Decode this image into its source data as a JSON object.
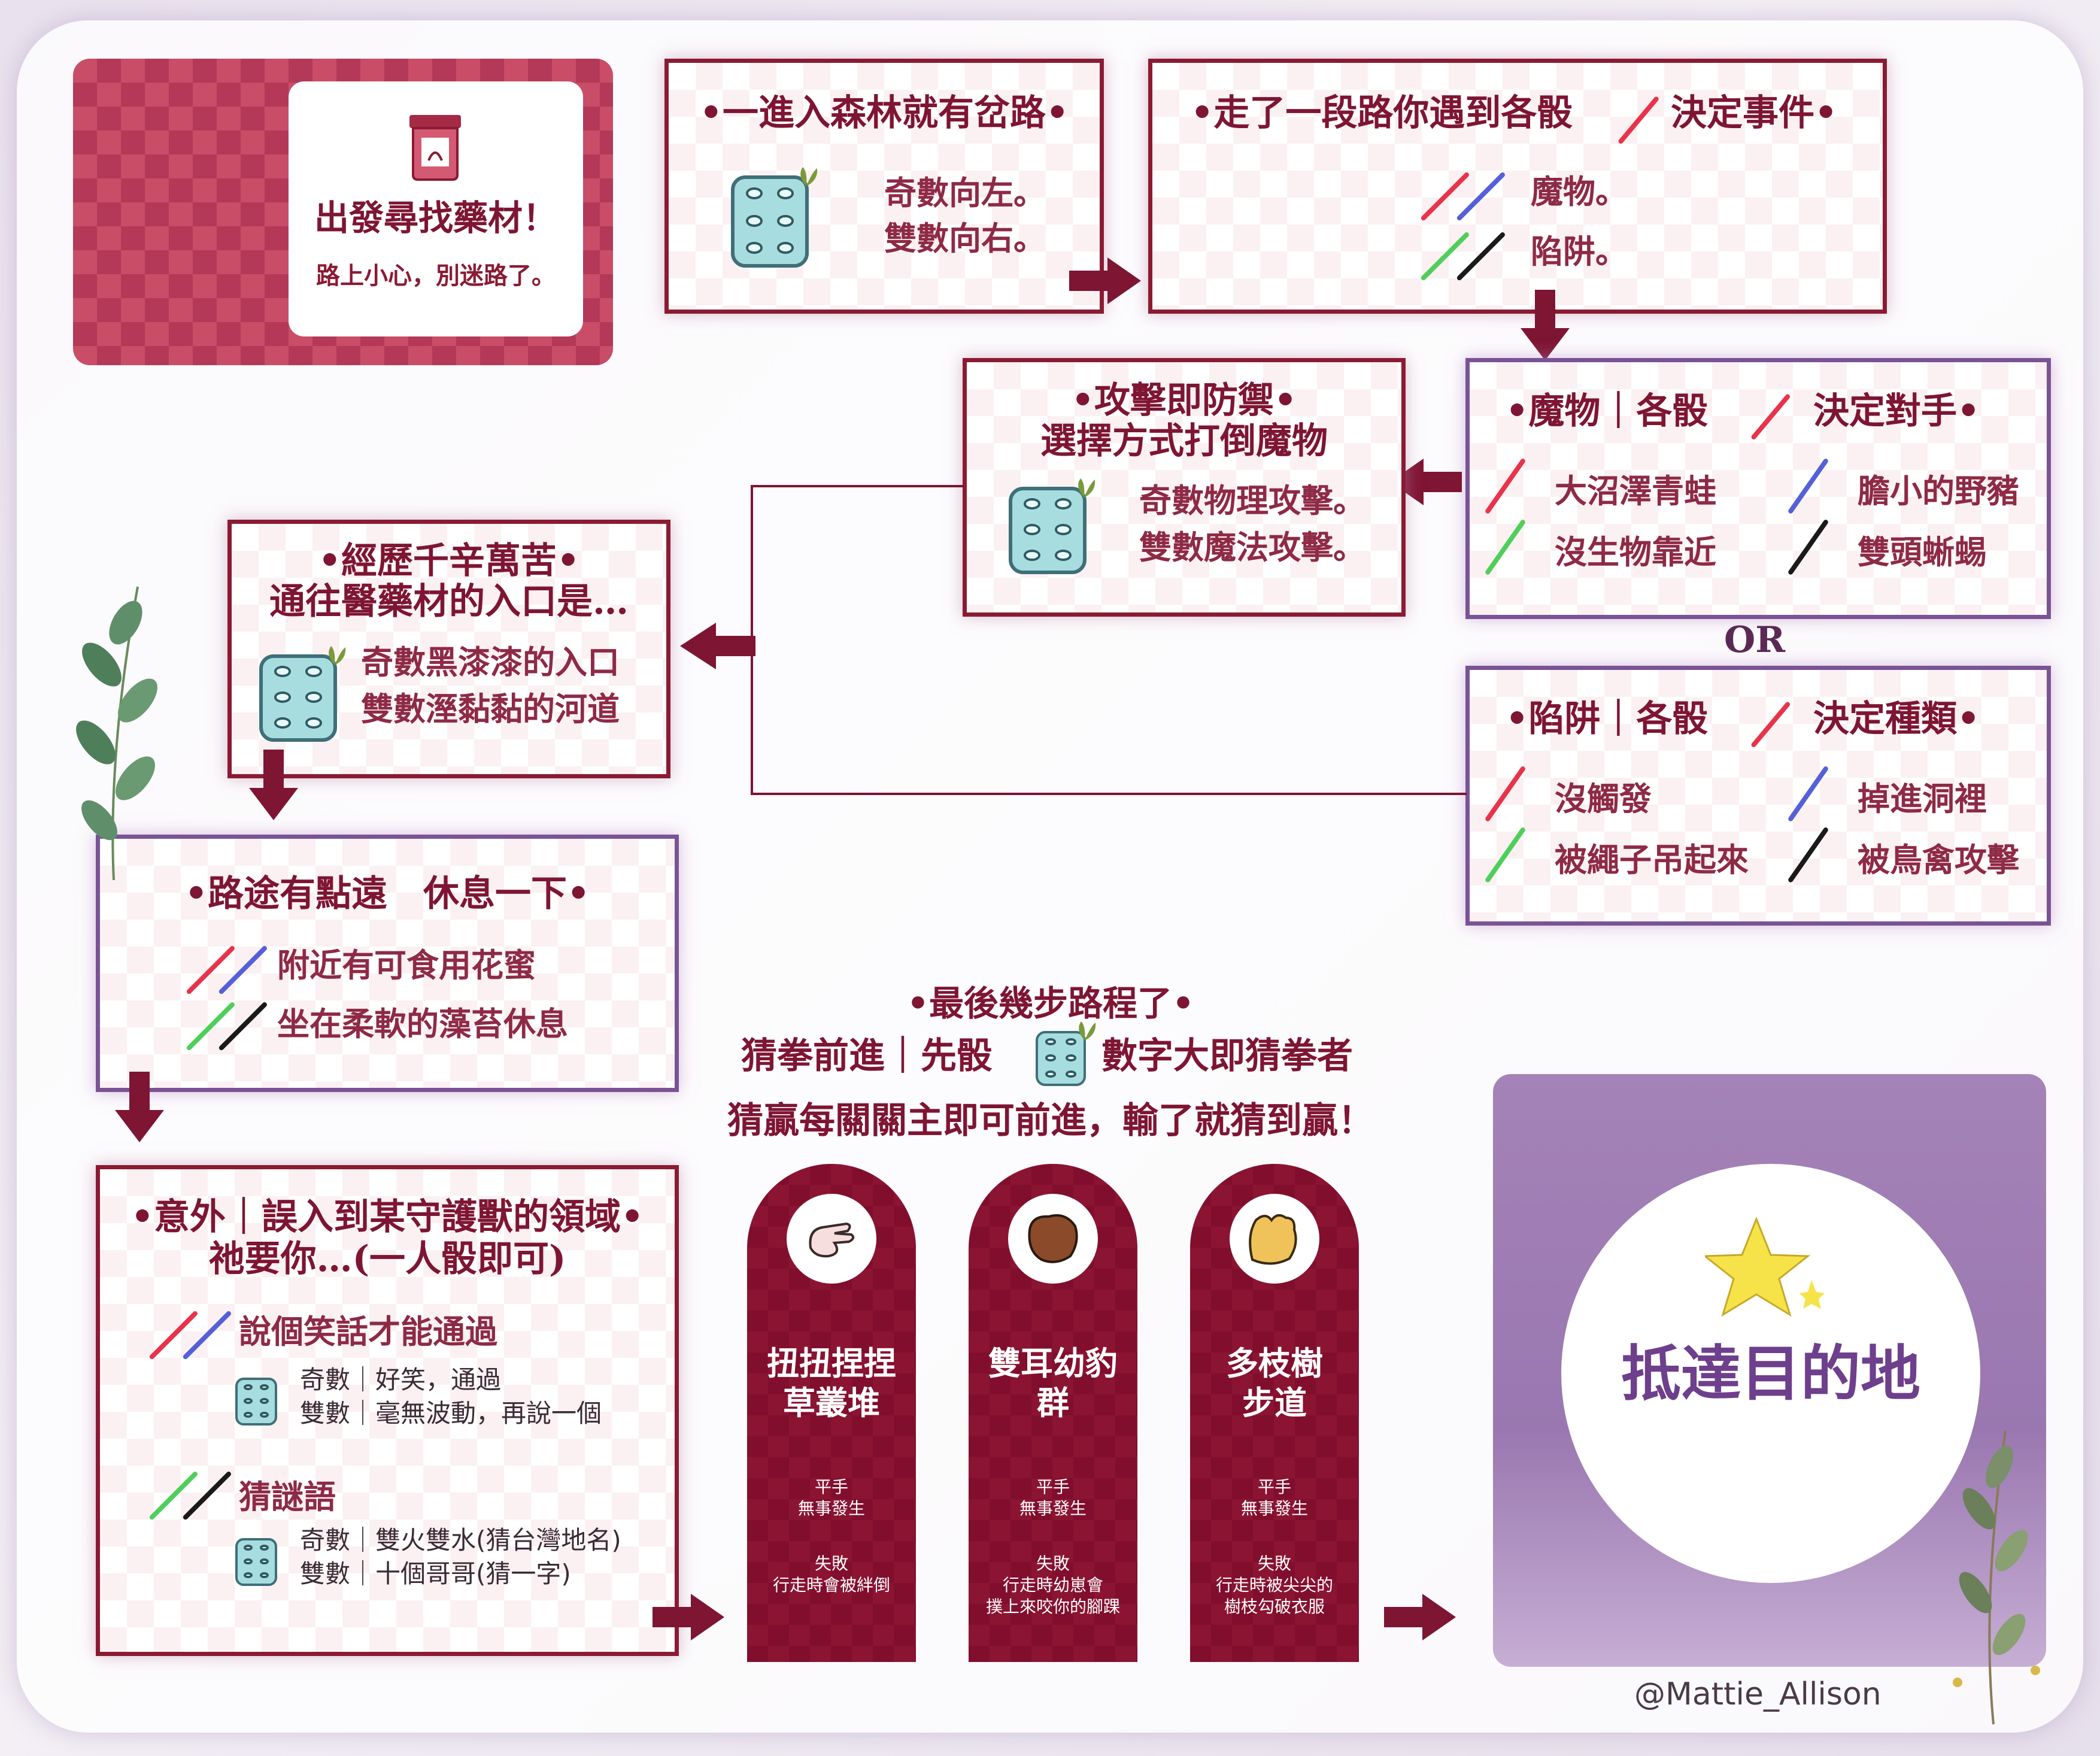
{
  "start": {
    "title": "出發尋找藥材！",
    "subtitle": "路上小心，別迷路了。"
  },
  "step1": {
    "title": "•一進入森林就有岔路•",
    "odd": "奇數向左。",
    "even": "雙數向右。"
  },
  "step2": {
    "title": "•走了一段路你遇到各骰",
    "title_end": "決定事件•",
    "red_blue": "魔物。",
    "green_black": "陷阱。"
  },
  "monster": {
    "title_a": "•魔物｜各骰",
    "title_b": "決定對手•",
    "red": "大沼澤青蛙",
    "blue": "膽小的野豬",
    "green": "沒生物靠近",
    "black": "雙頭蜥蜴"
  },
  "or_label": "OR",
  "trap": {
    "title_a": "•陷阱｜各骰",
    "title_b": "決定種類•",
    "red": "沒觸發",
    "blue": "掉進洞裡",
    "green": "被繩子吊起來",
    "black": "被鳥禽攻擊"
  },
  "attack": {
    "title_1": "•攻擊即防禦•",
    "title_2": "選擇方式打倒魔物",
    "odd": "奇數物理攻擊。",
    "even": "雙數魔法攻擊。"
  },
  "entrance": {
    "title_1": "•經歷千辛萬苦•",
    "title_2": "通往醫藥材的入口是…",
    "odd": "奇數黑漆漆的入口",
    "even": "雙數溼黏黏的河道"
  },
  "rest": {
    "title": "•路途有點遠　休息一下•",
    "red_blue": "附近有可食用花蜜",
    "green_black": "坐在柔軟的藻苔休息"
  },
  "accident": {
    "title_1": "•意外｜誤入到某守護獸的領域•",
    "title_2": "祂要你…(一人骰即可)",
    "joke_title": "說個笑話才能通過",
    "joke_odd": "奇數｜好笑，通過",
    "joke_even": "雙數｜毫無波動，再說一個",
    "riddle_title": "猜謎語",
    "riddle_odd": "奇數｜雙火雙水(猜台灣地名)",
    "riddle_even": "雙數｜十個哥哥(猜一字)"
  },
  "final": {
    "title": "•最後幾步路程了•",
    "line1_a": "猜拳前進｜先骰",
    "line1_b": "數字大即猜拳者",
    "line2": "猜贏每關關主即可前進，輸了就猜到贏！"
  },
  "stones": [
    {
      "name_1": "扭扭捏捏",
      "name_2": "草叢堆",
      "tie": "平手",
      "tie_result": "無事發生",
      "lose": "失敗",
      "lose_1": "行走時會被絆倒",
      "lose_2": ""
    },
    {
      "name_1": "雙耳幼豹",
      "name_2": "群",
      "tie": "平手",
      "tie_result": "無事發生",
      "lose": "失敗",
      "lose_1": "行走時幼崽會",
      "lose_2": "撲上來咬你的腳踝"
    },
    {
      "name_1": "多枝樹",
      "name_2": "步道",
      "tie": "平手",
      "tie_result": "無事發生",
      "lose": "失敗",
      "lose_1": "行走時被尖尖的",
      "lose_2": "樹枝勾破衣服"
    }
  ],
  "destination": "抵達目的地",
  "credit": "@Mattie_Allison",
  "colors": {
    "crimson": "#8b1a33",
    "purple": "#7a5395",
    "dice": "#a8dde0",
    "red_needle": "#e8334a",
    "blue_needle": "#5560d8",
    "green_needle": "#4fcf5a",
    "black_needle": "#1a1a1a"
  },
  "icons": [
    "jar-icon",
    "dice-icon",
    "needle-icon",
    "scissors-hand-icon",
    "rock-fist-icon",
    "paper-hand-icon",
    "star-icon",
    "leaf-branch-icon"
  ]
}
